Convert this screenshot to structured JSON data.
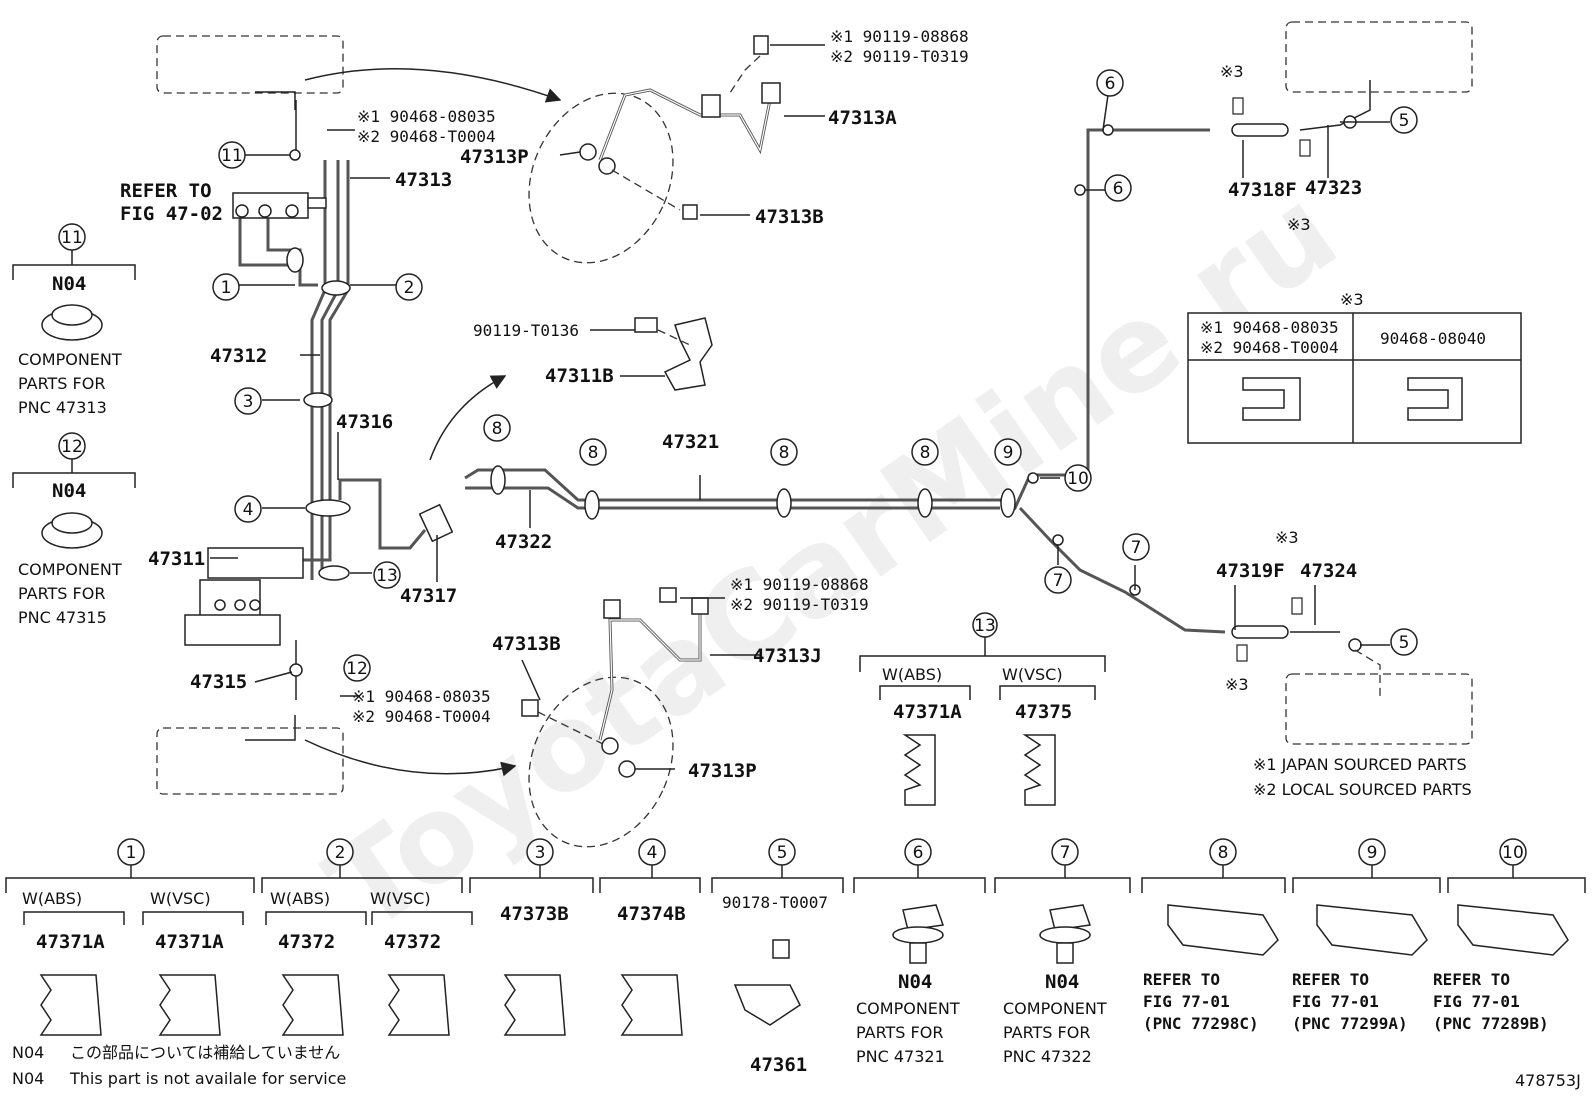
{
  "watermark": "ToyotaCarMine.ru",
  "fig_id": "478753J",
  "refer_main": [
    "REFER TO",
    "FIG 47-02"
  ],
  "parts": {
    "p47313": "47313",
    "p47313A": "47313A",
    "p47313P_top": "47313P",
    "p47313B_top": "47313B",
    "p47312": "47312",
    "p47316": "47316",
    "p47311": "47311",
    "p47317": "47317",
    "p47315": "47315",
    "p47311B": "47311B",
    "p90119_T0136": "90119-T0136",
    "p47321": "47321",
    "p47322": "47322",
    "p47313B_bot": "47313B",
    "p47313J": "47313J",
    "p47313P_bot": "47313P",
    "p47318F": "47318F",
    "p47323": "47323",
    "p47319F": "47319F",
    "p47324": "47324"
  },
  "callouts_top_right_bolt": [
    "※1 90119-08868",
    "※2 90119-T0319"
  ],
  "callouts_top_clip": [
    "※1 90468-08035",
    "※2 90468-T0004"
  ],
  "callouts_bot_bolt": [
    "※1 90119-08868",
    "※2 90119-T0319"
  ],
  "callouts_bot_clip": [
    "※1 90468-08035",
    "※2 90468-T0004"
  ],
  "mark3": "※3",
  "clip_table": {
    "left_head": [
      "※1 90468-08035",
      "※2 90468-T0004"
    ],
    "right_head": "90468-08040"
  },
  "left_panels": [
    {
      "num": "11",
      "code": "N04",
      "text": [
        "COMPONENT",
        "PARTS FOR",
        "PNC 47313"
      ]
    },
    {
      "num": "12",
      "code": "N04",
      "text": [
        "COMPONENT",
        "PARTS FOR",
        "PNC 47315"
      ]
    }
  ],
  "notes": [
    "※1 JAPAN SOURCED PARTS",
    "※2 LOCAL SOURCED PARTS"
  ],
  "group13": {
    "num": "13",
    "sub": [
      "W(ABS)",
      "W(VSC)"
    ],
    "parts": [
      "47371A",
      "47375"
    ]
  },
  "bottom": [
    {
      "num": "1",
      "sub": [
        "W(ABS)",
        "W(VSC)"
      ],
      "parts": [
        "47371A",
        "47371A"
      ]
    },
    {
      "num": "2",
      "sub": [
        "W(ABS)",
        "W(VSC)"
      ],
      "parts": [
        "47372",
        "47372"
      ]
    },
    {
      "num": "3",
      "parts": [
        "47373B"
      ]
    },
    {
      "num": "4",
      "parts": [
        "47374B"
      ]
    },
    {
      "num": "5",
      "parts": [
        "90178-T0007",
        "47361"
      ]
    },
    {
      "num": "6",
      "code": "N04",
      "text": [
        "COMPONENT",
        "PARTS FOR",
        "PNC 47321"
      ]
    },
    {
      "num": "7",
      "code": "N04",
      "text": [
        "COMPONENT",
        "PARTS FOR",
        "PNC 47322"
      ]
    },
    {
      "num": "8",
      "text": [
        "REFER TO",
        "FIG 77-01",
        "(PNC 77298C)"
      ]
    },
    {
      "num": "9",
      "text": [
        "REFER TO",
        "FIG 77-01",
        "(PNC 77299A)"
      ]
    },
    {
      "num": "10",
      "text": [
        "REFER TO",
        "FIG 77-01",
        "(PNC 77289B)"
      ]
    }
  ],
  "footer": [
    {
      "code": "N04",
      "text": "この部品については補給していません"
    },
    {
      "code": "N04",
      "text": "This part is not availale for service"
    }
  ]
}
